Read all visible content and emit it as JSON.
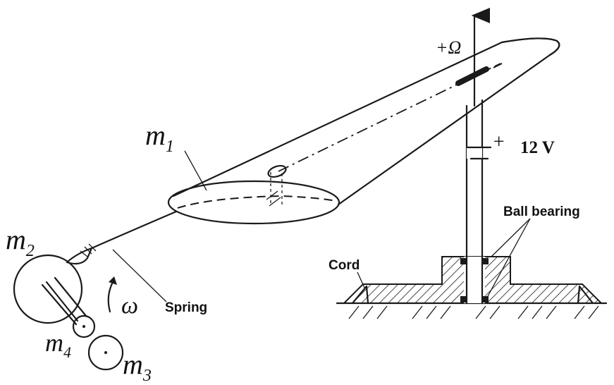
{
  "labels": {
    "m1": "m",
    "m1_sub": "1",
    "m2": "m",
    "m2_sub": "2",
    "m3": "m",
    "m3_sub": "3",
    "m4": "m",
    "m4_sub": "4",
    "omega": "ω",
    "omega_cap": "+Ω",
    "spring": "Spring",
    "voltage": "12 V",
    "battery_plus": "+",
    "ball_bearing": "Ball bearing",
    "cord": "Cord"
  }
}
